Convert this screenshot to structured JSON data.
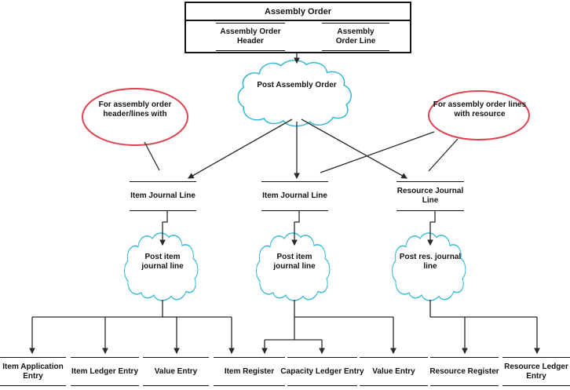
{
  "assembly_box": {
    "title": "Assembly Order",
    "header_entity": "Assembly Order Header",
    "line_entity": "Assembly Order Line"
  },
  "post_cloud": {
    "label": "Post Assembly Order"
  },
  "annotation_left": {
    "label": "For assembly order header/lines with"
  },
  "annotation_right": {
    "label": "For assembly order lines with resource"
  },
  "journal_row": [
    {
      "label": "Item Journal Line"
    },
    {
      "label": "Item Journal Line"
    },
    {
      "label": "Resource Journal Line"
    }
  ],
  "process_row": [
    {
      "label": "Post item journal line"
    },
    {
      "label": "Post item journal line"
    },
    {
      "label": "Post res. journal line"
    }
  ],
  "ledger_row": [
    {
      "label": "Item Application Entry"
    },
    {
      "label": "Item Ledger Entry"
    },
    {
      "label": "Value Entry"
    },
    {
      "label": "Item Register"
    },
    {
      "label": "Capacity Ledger Entry"
    },
    {
      "label": "Value Entry"
    },
    {
      "label": "Resource Register"
    },
    {
      "label": "Resource Ledger Entry"
    }
  ],
  "colors": {
    "cloud_stroke": "#35B8D4",
    "annotation_stroke": "#E04350",
    "connector": "#2A2A2A"
  }
}
